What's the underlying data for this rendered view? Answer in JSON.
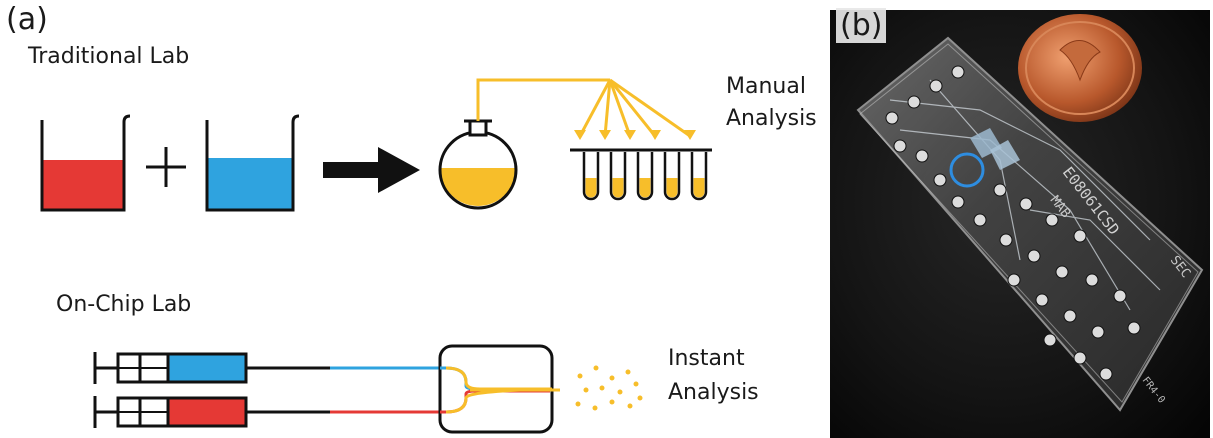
{
  "panel_a": {
    "label": "(a)",
    "traditional_title": "Traditional Lab",
    "plus_sign": "+",
    "manual_line1": "Manual",
    "manual_line2": "Analysis",
    "onchip_title": "On-Chip Lab",
    "instant_line1": "Instant",
    "instant_line2": "Analysis"
  },
  "panel_b": {
    "label": "(b)",
    "chip_engraving": "E08061CSD",
    "chip_engraving_2": "MAB",
    "chip_engraving_3": "SEC",
    "chip_engraving_4": "FR4-0"
  },
  "colors": {
    "red_liquid": "#e53935",
    "blue_liquid": "#2fa3df",
    "yellow_product": "#f7be2a",
    "outline": "#111111"
  }
}
